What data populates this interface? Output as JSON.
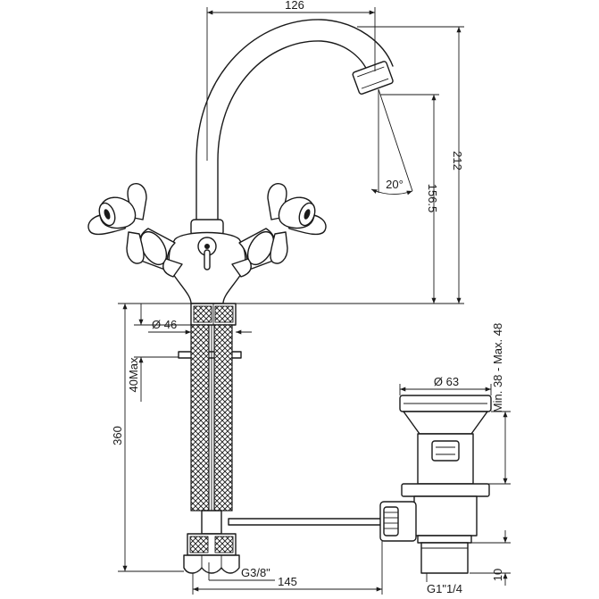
{
  "dimensions": {
    "top_width": "126",
    "spout_height": "212",
    "spout_outlet_height": "156.5",
    "spout_angle": "20°",
    "base_diameter": "Ø 46",
    "deck_thickness": "40Max",
    "hose_length": "360",
    "waste_diameter": "Ø 63",
    "waste_range": "Min. 38 - Max. 48",
    "hose_thread": "G3/8\"",
    "rod_length": "145",
    "waste_thread": "G1\"1/4",
    "waste_bottom": "10"
  }
}
